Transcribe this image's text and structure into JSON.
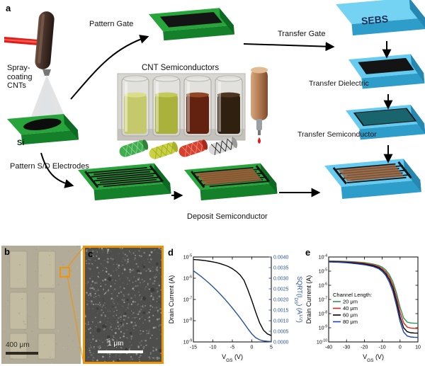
{
  "panels": {
    "a": {
      "label": "a",
      "labels": {
        "pattern_gate": "Pattern Gate",
        "transfer_gate": "Transfer Gate",
        "sebs": "SEBS",
        "spray_coating": "Spray-\ncoating\nCNTs",
        "si": "Si",
        "cnt_semiconductors": "CNT Semiconductors",
        "transfer_dielectric": "Transfer Dielectric",
        "transfer_semiconductor": "Transfer Semiconductor",
        "pattern_sd": "Pattern S/D Electrodes",
        "deposit_semiconductor": "Deposit Semiconductor"
      }
    },
    "b": {
      "label": "b",
      "scale_bar": "400 μm"
    },
    "c": {
      "label": "c",
      "scale_bar": "1 μm"
    },
    "d": {
      "label": "d"
    },
    "e": {
      "label": "e"
    }
  },
  "colors": {
    "substrate_green": "#27a53b",
    "substrate_blue": "#66cbf0",
    "electrode_black": "#141414",
    "semiconductor_brown": "#9e6038",
    "highlight_orange": "#ef9408",
    "laser_red": "#e01c1c",
    "right_axis_blue": "#2a52a0"
  },
  "chart_data": [
    {
      "id": "d",
      "type": "line",
      "xlabel": "V_{GS} (V)",
      "ylabel_left": "Drain Current (A)",
      "ylabel_right": "SQRT(I_{DS}) (A^{1/2})",
      "xlim": [
        -15,
        5
      ],
      "x_ticks": [
        -15,
        -10,
        -5,
        0,
        5
      ],
      "left_lim": [
        -9,
        -5
      ],
      "left_ticks": [
        "10^{-5}",
        "10^{-6}",
        "10^{-7}",
        "10^{-8}",
        "10^{-9}"
      ],
      "left_tick_vals": [
        -5,
        -6,
        -7,
        -8,
        -9
      ],
      "right_lim": [
        0,
        0.004
      ],
      "right_ticks": [
        "0.0000",
        "0.0005",
        "0.0010",
        "0.0015",
        "0.0020",
        "0.0025",
        "0.0030",
        "0.0035",
        "0.0040"
      ],
      "right_tick_vals": [
        0,
        0.0005,
        0.001,
        0.0015,
        0.002,
        0.0025,
        0.003,
        0.0035,
        0.004
      ],
      "right_color": "#2a52a0",
      "series": [
        {
          "name": "Drain Current",
          "axis": "left",
          "color": "#000000",
          "x": [
            -15,
            -14,
            -13,
            -12,
            -11,
            -10,
            -9,
            -8,
            -7,
            -6,
            -5,
            -4,
            -3,
            -2,
            -1,
            0,
            1,
            2,
            3,
            4,
            5
          ],
          "log_y": [
            -5.12,
            -5.13,
            -5.15,
            -5.17,
            -5.2,
            -5.23,
            -5.27,
            -5.32,
            -5.38,
            -5.45,
            -5.55,
            -5.68,
            -5.85,
            -6.1,
            -6.55,
            -7.05,
            -7.6,
            -8.1,
            -8.45,
            -8.62,
            -8.7
          ]
        },
        {
          "name": "SQRT(IDS)",
          "axis": "right",
          "color": "#2a52a0",
          "x": [
            -15,
            -14,
            -13,
            -12,
            -11,
            -10,
            -9,
            -8,
            -7,
            -6,
            -5,
            -4,
            -3,
            -2,
            -1,
            0,
            1,
            2,
            3,
            4,
            5
          ],
          "y": [
            0.00335,
            0.00322,
            0.00308,
            0.00293,
            0.00277,
            0.0026,
            0.00242,
            0.00223,
            0.00203,
            0.00182,
            0.0016,
            0.00137,
            0.00113,
            0.00088,
            0.00062,
            0.00038,
            0.0002,
            0.0001,
            5e-05,
            3e-05,
            2e-05
          ]
        }
      ]
    },
    {
      "id": "e",
      "type": "line",
      "xlabel": "V_{GS} (V)",
      "ylabel_left": "Drain Current (A)",
      "xlim": [
        -40,
        10
      ],
      "x_ticks": [
        -40,
        -30,
        -20,
        -10,
        0,
        10
      ],
      "left_lim": [
        -10,
        -4
      ],
      "left_ticks": [
        "10^{-4}",
        "10^{-5}",
        "10^{-6}",
        "10^{-7}",
        "10^{-8}",
        "10^{-9}",
        "10^{-10}"
      ],
      "left_tick_vals": [
        -4,
        -5,
        -6,
        -7,
        -8,
        -9,
        -10
      ],
      "legend_title": "Channel Length:",
      "series": [
        {
          "name": "20 μm",
          "axis": "left",
          "color": "#2e9457",
          "x": [
            -40,
            -35,
            -30,
            -25,
            -20,
            -15,
            -12,
            -10,
            -8,
            -6,
            -4,
            -2,
            0,
            2,
            4,
            6,
            8,
            10
          ],
          "log_y": [
            -4.28,
            -4.29,
            -4.31,
            -4.35,
            -4.4,
            -4.5,
            -4.6,
            -4.72,
            -4.92,
            -5.25,
            -5.75,
            -6.55,
            -7.55,
            -8.3,
            -8.6,
            -8.66,
            -8.68,
            -8.68
          ]
        },
        {
          "name": "40 μm",
          "axis": "left",
          "color": "#cf2a1b",
          "x": [
            -40,
            -35,
            -30,
            -25,
            -20,
            -15,
            -12,
            -10,
            -8,
            -6,
            -4,
            -2,
            0,
            2,
            4,
            6,
            8,
            10
          ],
          "log_y": [
            -4.31,
            -4.32,
            -4.35,
            -4.39,
            -4.45,
            -4.56,
            -4.68,
            -4.82,
            -5.05,
            -5.42,
            -5.98,
            -6.85,
            -7.9,
            -8.65,
            -8.95,
            -9.02,
            -9.04,
            -9.05
          ]
        },
        {
          "name": "60 μm",
          "axis": "left",
          "color": "#000000",
          "x": [
            -40,
            -35,
            -30,
            -25,
            -20,
            -15,
            -12,
            -10,
            -8,
            -6,
            -4,
            -2,
            0,
            2,
            4,
            6,
            8,
            10
          ],
          "log_y": [
            -4.33,
            -4.35,
            -4.38,
            -4.43,
            -4.5,
            -4.62,
            -4.75,
            -4.92,
            -5.18,
            -5.6,
            -6.2,
            -7.15,
            -8.25,
            -9.0,
            -9.28,
            -9.35,
            -9.37,
            -9.38
          ]
        },
        {
          "name": "80 μm",
          "axis": "left",
          "color": "#2040b8",
          "x": [
            -40,
            -35,
            -30,
            -25,
            -20,
            -15,
            -12,
            -10,
            -8,
            -6,
            -4,
            -2,
            0,
            2,
            4,
            6,
            8,
            10
          ],
          "log_y": [
            -4.35,
            -4.37,
            -4.41,
            -4.47,
            -4.55,
            -4.68,
            -4.83,
            -5.02,
            -5.3,
            -5.78,
            -6.45,
            -7.45,
            -8.55,
            -9.3,
            -9.58,
            -9.65,
            -9.67,
            -9.68
          ]
        }
      ]
    }
  ]
}
